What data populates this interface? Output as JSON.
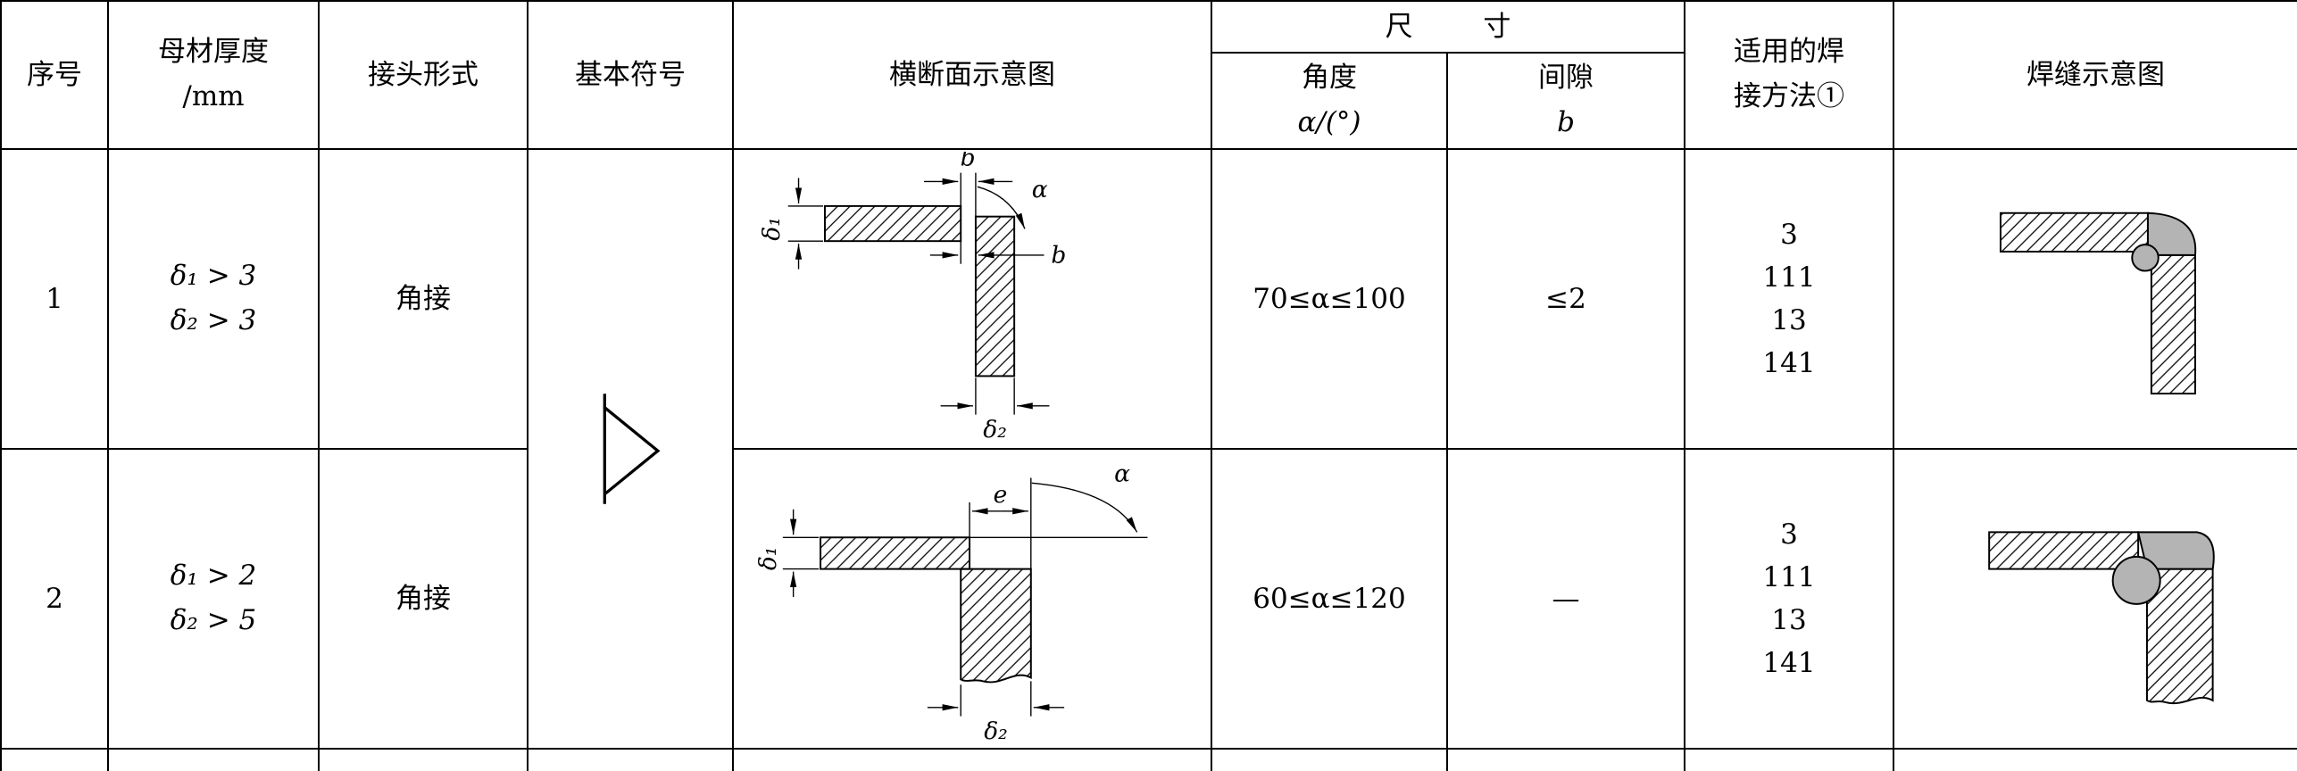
{
  "colors": {
    "border": "#000000",
    "background": "#ffffff",
    "weld_gray": "#b4b4b4"
  },
  "header": {
    "no": "序号",
    "thickness_line1": "母材厚度",
    "thickness_line2": "/mm",
    "joint": "接头形式",
    "symbol": "基本符号",
    "cross_section": "横断面示意图",
    "size": "尺        寸",
    "angle_line1": "角度",
    "angle_line2": "α/(°)",
    "gap_line1": "间隙",
    "gap_line2": "b",
    "method_line1": "适用的焊",
    "method_line2": "接方法①",
    "weld": "焊缝示意图"
  },
  "rows": [
    {
      "no": "1",
      "thickness_line1": "δ₁ > 3",
      "thickness_line2": "δ₂ > 3",
      "joint": "角接",
      "angle": "70≤α≤100",
      "gap": "≤2",
      "methods": [
        "3",
        "111",
        "13",
        "141"
      ]
    },
    {
      "no": "2",
      "thickness_line1": "δ₁ > 2",
      "thickness_line2": "δ₂ > 5",
      "joint": "角接",
      "angle": "60≤α≤120",
      "gap": "—",
      "methods": [
        "3",
        "111",
        "13",
        "141"
      ]
    }
  ],
  "diagram_labels": {
    "b": "b",
    "alpha": "α",
    "e": "e",
    "delta1": "δ₁",
    "delta2": "δ₂"
  }
}
